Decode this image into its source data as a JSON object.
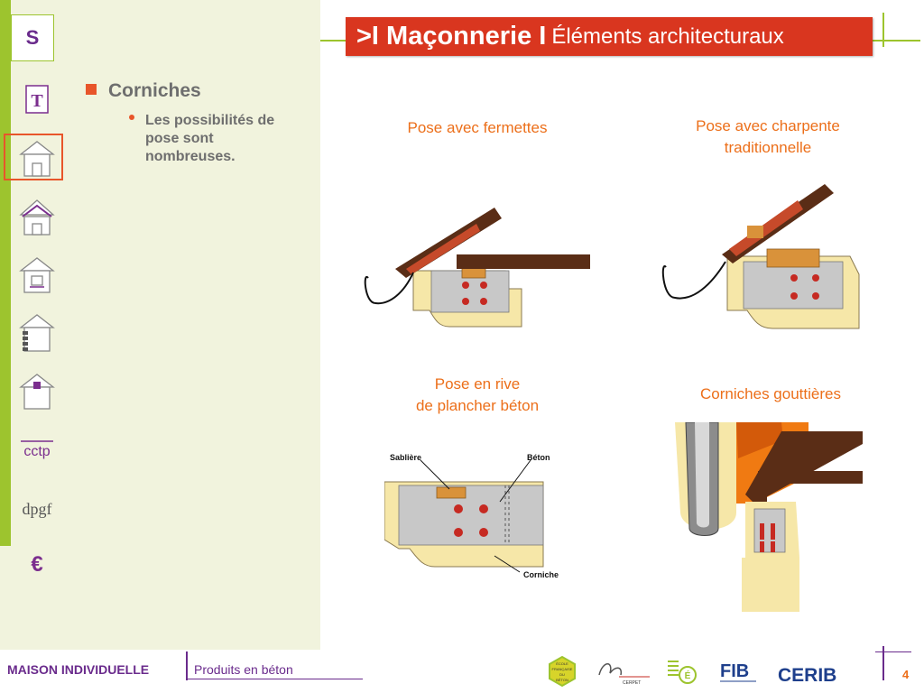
{
  "header": {
    "title_main": ">I Maçonnerie I",
    "title_sub": "Éléments architecturaux"
  },
  "sidebar": {
    "s_label": "S",
    "t_label": "T",
    "cctp_label": "cctp",
    "dpgf_label": "dpgf",
    "euro_label": "€"
  },
  "content": {
    "heading": "Corniches",
    "text": "Les possibilités de pose sont nombreuses."
  },
  "diagrams": {
    "fermettes_caption": "Pose avec fermettes",
    "charpente_caption_line1": "Pose avec charpente",
    "charpente_caption_line2": "traditionnelle",
    "rive_caption_line1": "Pose en rive",
    "rive_caption_line2": "de plancher béton",
    "gouttieres_caption": "Corniches gouttières",
    "label_sabliere": "Sablière",
    "label_beton": "Béton",
    "label_corniche": "Corniche"
  },
  "footer": {
    "left_title": "MAISON INDIVIDUELLE",
    "left_sub": "Produits en béton",
    "page_number": "4",
    "logo1_l1": "ÉCOLE",
    "logo1_l2": "FRANÇAISE",
    "logo1_l3": "DU",
    "logo1_l4": "BÉTON",
    "logo2_label": "CERPET",
    "logo4_label": "FIB",
    "logo5_label": "CERIB"
  },
  "colors": {
    "accent_red": "#d9361f",
    "accent_orange": "#ec6f1a",
    "green": "#9dc42e",
    "purple": "#6a2b8c",
    "sidebar_bg": "#f1f3dd"
  }
}
